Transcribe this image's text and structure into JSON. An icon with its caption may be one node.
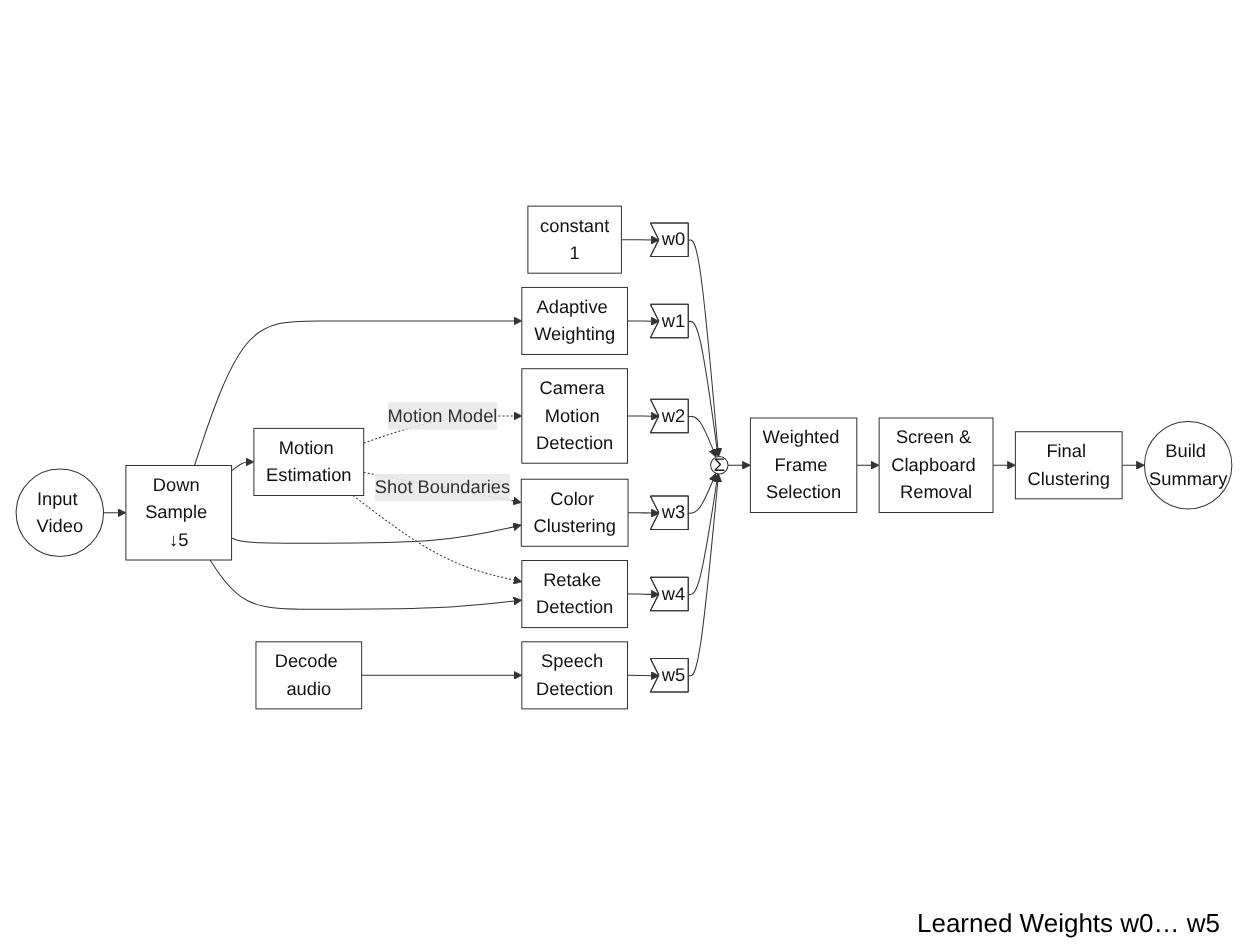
{
  "diagram": {
    "nodes": [
      {
        "text": [
          "constant",
          "1"
        ]
      },
      {
        "text": [
          "w0"
        ]
      },
      {
        "text": [
          "Adaptive Weighting"
        ]
      },
      {
        "text": [
          "w1"
        ]
      },
      {
        "text": [
          "Motion Estimation"
        ]
      },
      {
        "text": [
          "Camera Motion Detection"
        ]
      },
      {
        "text": [
          "w2"
        ]
      },
      {
        "text": [
          "Σ"
        ]
      },
      {
        "text": [
          "Weighted Frame Selection"
        ]
      },
      {
        "text": [
          "Input Video"
        ]
      },
      {
        "text": [
          "Color Clustering"
        ]
      },
      {
        "text": [
          "w3"
        ]
      },
      {
        "text": [
          "Screen & Clapboard Removal"
        ]
      },
      {
        "text": [
          "Down Sample ↓5"
        ]
      },
      {
        "text": [
          "Retake Detection"
        ]
      },
      {
        "text": [
          "w4"
        ]
      },
      {
        "text": [
          "Final Clustering"
        ]
      },
      {
        "text": [
          "Decode audio"
        ]
      },
      {
        "text": [
          "Speech Detection"
        ]
      },
      {
        "text": [
          "w5"
        ]
      },
      {
        "text": [
          "Build Summary"
        ]
      }
    ],
    "edges": [
      {
        "from": 0,
        "to": 1,
        "arrow": "to"
      },
      {
        "from": 1,
        "to": 7,
        "arrow": "to"
      },
      {
        "from": 13,
        "to": 2,
        "arrow": "to"
      },
      {
        "from": 2,
        "to": 3,
        "arrow": "to"
      },
      {
        "from": 3,
        "to": 7,
        "arrow": "to"
      },
      {
        "from": 13,
        "to": 4,
        "arrow": "to"
      },
      {
        "from": 4,
        "to": 5,
        "arrow": "to",
        "label": "Motion Model",
        "style": "dashed"
      },
      {
        "from": 5,
        "to": 6,
        "arrow": "to"
      },
      {
        "from": 6,
        "to": 7,
        "arrow": "to"
      },
      {
        "from": 7,
        "to": 8,
        "arrow": "to"
      },
      {
        "from": 9,
        "to": 13,
        "arrow": "to"
      },
      {
        "from": 4,
        "to": 10,
        "arrow": "to",
        "label": "Shot Boundaries",
        "style": "dashed"
      },
      {
        "from": 4,
        "to": 14,
        "arrow": "to",
        "style": "dashed"
      },
      {
        "from": 13,
        "to": 10,
        "arrow": "to"
      },
      {
        "from": 13,
        "to": 14,
        "arrow": "to"
      },
      {
        "from": 10,
        "to": 11,
        "arrow": "to"
      },
      {
        "from": 11,
        "to": 7,
        "arrow": "to"
      },
      {
        "from": 8,
        "to": 12,
        "arrow": "to"
      },
      {
        "from": 14,
        "to": 15,
        "arrow": "to"
      },
      {
        "from": 15,
        "to": 7,
        "arrow": "to"
      },
      {
        "from": 12,
        "to": 16,
        "arrow": "to"
      },
      {
        "from": 17,
        "to": 18,
        "arrow": "to"
      },
      {
        "from": 18,
        "to": 19,
        "arrow": "to"
      },
      {
        "from": 19,
        "to": 7,
        "arrow": "to"
      },
      {
        "from": 16,
        "to": 20,
        "arrow": "to"
      }
    ],
    "labels": [
      "Learned Weights w0… w5"
    ]
  }
}
